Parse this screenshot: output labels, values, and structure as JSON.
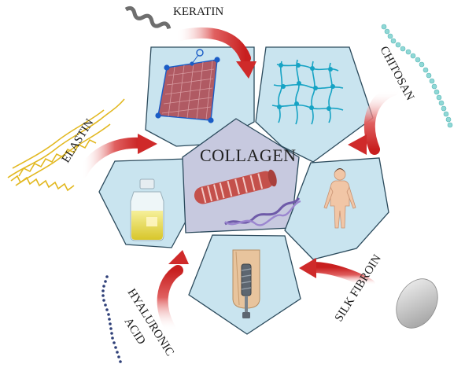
{
  "center": {
    "label": "COLLAGEN"
  },
  "biomaterials": {
    "keratin": "KERATIN",
    "chitosan": "CHITOSAN",
    "elastin": "ELASTIN",
    "silk_fibroin": "SILK FIBROIN",
    "hyaluronic_line1": "HYALURONIC",
    "hyaluronic_line2": "ACID"
  },
  "colors": {
    "panel_fill": "#c9e4ef",
    "panel_stroke": "#2b4a5c",
    "center_fill": "#c7c9df",
    "arrow": "#cf2a2a",
    "mesh": "#16a3c4",
    "bead": "#8fd8d6",
    "elastin": "#e2b820",
    "keratin": "#6e6e6e",
    "hyaluronic": "#2e3f78"
  },
  "icons": [
    "skin-graft-patch-icon",
    "hydrogel-network-icon",
    "oil-bottle-icon",
    "collagen-fibril-icon",
    "human-body-icon",
    "tooth-implant-icon",
    "silk-cocoon-icon"
  ]
}
